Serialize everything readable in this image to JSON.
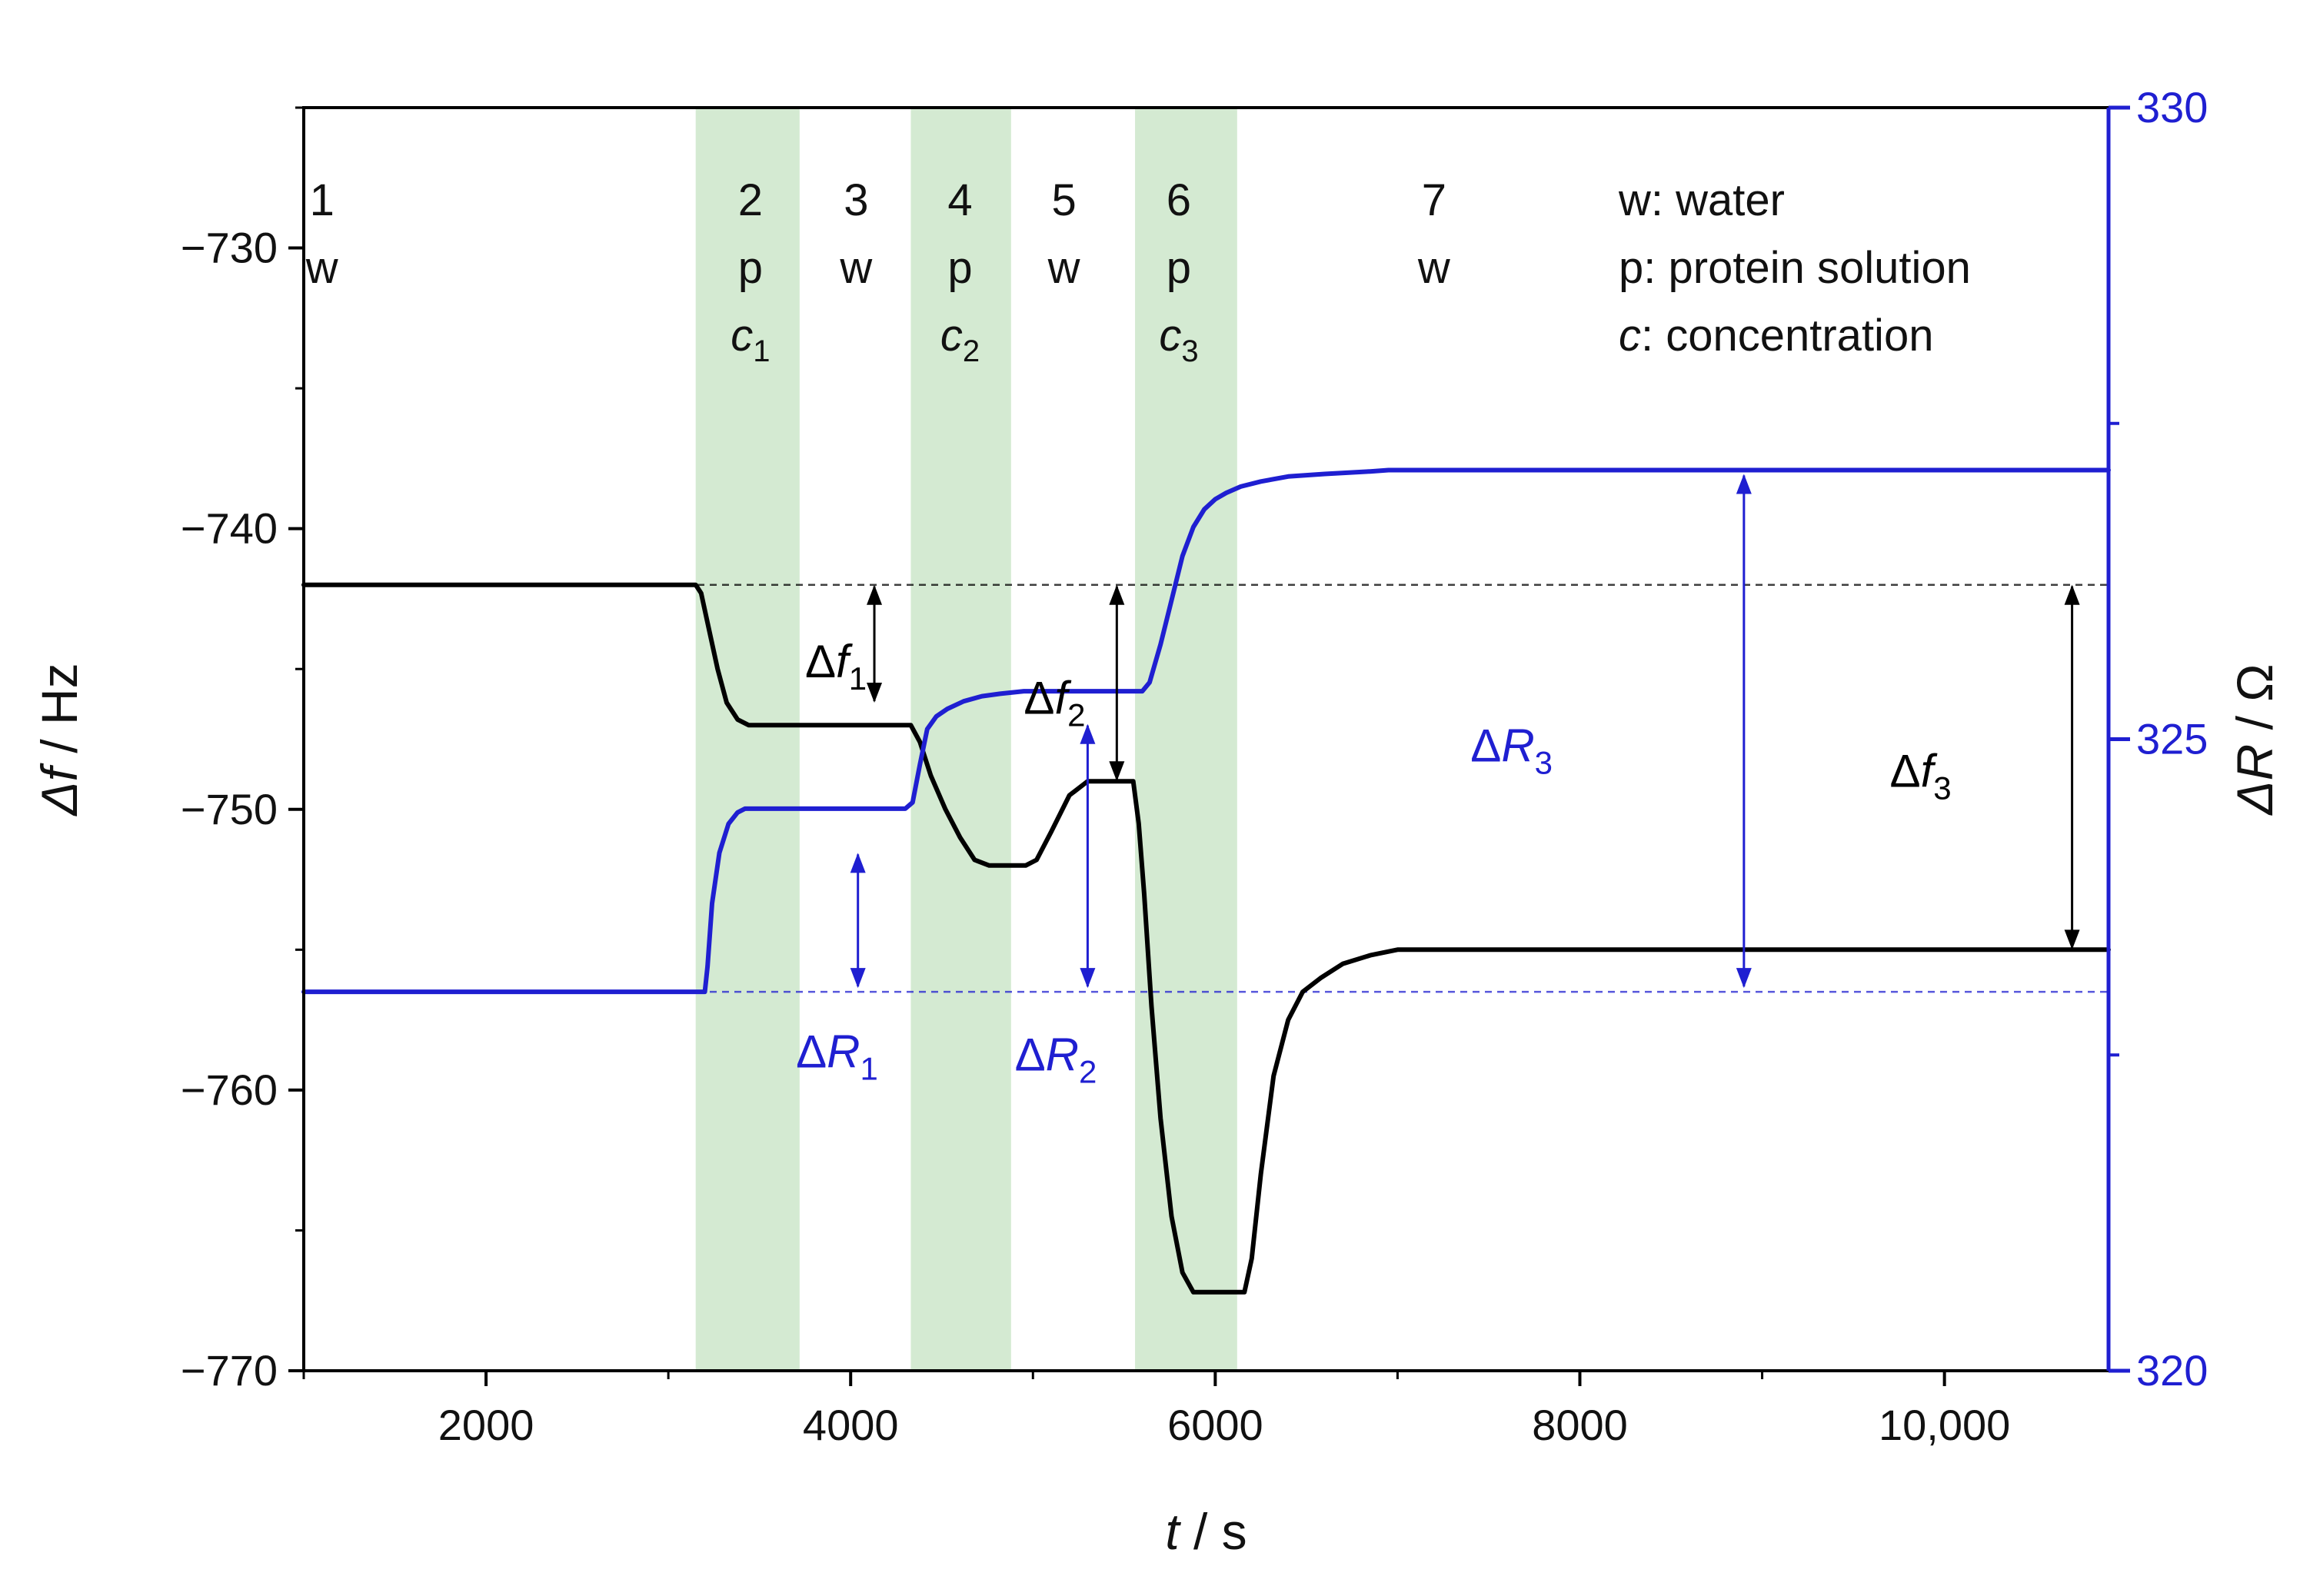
{
  "colors": {
    "freq": "#000000",
    "res": "#1f1fd1",
    "band": "#d4ead2",
    "axis": "#000000"
  },
  "chart_data": {
    "type": "line",
    "x_axis": {
      "label_italic": "t",
      "label_rest": " / s",
      "range": [
        1000,
        10900
      ],
      "major_ticks": [
        2000,
        4000,
        6000,
        8000,
        10000
      ],
      "minor_ticks": [
        1000,
        3000,
        5000,
        7000,
        9000
      ],
      "tick_labels": [
        "2000",
        "4000",
        "6000",
        "8000",
        "10,000"
      ]
    },
    "y_left": {
      "label_italic": "Δf",
      "label_rest": " / Hz",
      "range": [
        -770,
        -725
      ],
      "major_ticks": [
        -770,
        -760,
        -750,
        -740,
        -730
      ],
      "minor_ticks": [
        -765,
        -755,
        -745,
        -735,
        -725
      ],
      "tick_labels": [
        "−770",
        "−760",
        "−750",
        "−740",
        "−730"
      ]
    },
    "y_right": {
      "label_italic": "ΔR",
      "label_rest": " / Ω",
      "range": [
        320,
        330
      ],
      "major_ticks": [
        320,
        325,
        330
      ],
      "minor_ticks": [
        322.5,
        327.5
      ],
      "tick_labels": [
        "320",
        "325",
        "330"
      ]
    },
    "bands": [
      [
        3150,
        3720
      ],
      [
        4330,
        4880
      ],
      [
        5560,
        6120
      ]
    ],
    "phases": [
      {
        "x": 1100,
        "lines": [
          "1",
          "w"
        ]
      },
      {
        "x": 3450,
        "lines": [
          "2",
          "p"
        ],
        "conc": {
          "base": "c",
          "sub": "1"
        }
      },
      {
        "x": 4030,
        "lines": [
          "3",
          "w"
        ]
      },
      {
        "x": 4600,
        "lines": [
          "4",
          "p"
        ],
        "conc": {
          "base": "c",
          "sub": "2"
        }
      },
      {
        "x": 5170,
        "lines": [
          "5",
          "w"
        ]
      },
      {
        "x": 5800,
        "lines": [
          "6",
          "p"
        ],
        "conc": {
          "base": "c",
          "sub": "3"
        }
      },
      {
        "x": 7200,
        "lines": [
          "7",
          "w"
        ]
      }
    ],
    "legend": [
      {
        "key": "w",
        "text": ": water"
      },
      {
        "key": "p",
        "text": ": protein solution"
      },
      {
        "key": "c",
        "text": ": concentration",
        "italic": true
      }
    ],
    "series": [
      {
        "axis": "left",
        "x": [
          1000,
          3150,
          3180,
          3220,
          3270,
          3320,
          3380,
          3440,
          3500,
          4330,
          4380,
          4440,
          4520,
          4600,
          4680,
          4760,
          4820,
          4880,
          4960,
          5020,
          5100,
          5200,
          5300,
          5420,
          5550,
          5580,
          5610,
          5650,
          5700,
          5760,
          5820,
          5880,
          5950,
          6030,
          6120,
          6160,
          6200,
          6250,
          6320,
          6400,
          6480,
          6580,
          6700,
          6850,
          7000,
          10900
        ],
        "y": [
          -742,
          -742,
          -742.3,
          -743.5,
          -745,
          -746.2,
          -746.8,
          -747,
          -747,
          -747,
          -747.6,
          -748.8,
          -750,
          -751,
          -751.8,
          -752,
          -752,
          -752,
          -752,
          -751.8,
          -750.8,
          -749.5,
          -749,
          -749,
          -749,
          -750.5,
          -753,
          -757,
          -761,
          -764.5,
          -766.5,
          -767.2,
          -767.2,
          -767.2,
          -767.2,
          -767.2,
          -766,
          -763,
          -759.5,
          -757.5,
          -756.5,
          -756,
          -755.5,
          -755.2,
          -755,
          -755
        ]
      },
      {
        "axis": "right",
        "x": [
          1000,
          3200,
          3215,
          3240,
          3280,
          3330,
          3380,
          3420,
          3480,
          4300,
          4340,
          4380,
          4420,
          4470,
          4530,
          4620,
          4720,
          4820,
          4950,
          5600,
          5640,
          5700,
          5760,
          5820,
          5880,
          5940,
          6000,
          6060,
          6140,
          6250,
          6400,
          6600,
          6850,
          6950,
          10900
        ],
        "y": [
          323,
          323,
          323.2,
          323.7,
          324.1,
          324.33,
          324.42,
          324.45,
          324.45,
          324.45,
          324.5,
          324.8,
          325.08,
          325.18,
          325.24,
          325.3,
          325.34,
          325.36,
          325.38,
          325.38,
          325.45,
          325.75,
          326.1,
          326.45,
          326.68,
          326.82,
          326.9,
          326.95,
          327,
          327.04,
          327.08,
          327.1,
          327.12,
          327.13,
          327.13
        ]
      }
    ],
    "reference_lines": [
      {
        "axis": "left",
        "y": -742,
        "color_key": "freq"
      },
      {
        "axis": "right",
        "y": 323,
        "color_key": "res"
      }
    ],
    "annotations": [
      {
        "kind": "arrow",
        "axis": "left",
        "color_key": "freq",
        "x": 4130,
        "y1": -742,
        "y2": -746.2
      },
      {
        "kind": "arrow",
        "axis": "left",
        "color_key": "freq",
        "x": 5460,
        "y1": -742,
        "y2": -749
      },
      {
        "kind": "arrow",
        "axis": "left",
        "color_key": "freq",
        "x": 10700,
        "y1": -742,
        "y2": -755
      },
      {
        "kind": "arrow",
        "axis": "right",
        "color_key": "res",
        "x": 4040,
        "y1": 324.1,
        "y2": 323.03
      },
      {
        "kind": "arrow",
        "axis": "right",
        "color_key": "res",
        "x": 5300,
        "y1": 325.12,
        "y2": 323.03
      },
      {
        "kind": "arrow",
        "axis": "right",
        "color_key": "res",
        "x": 8900,
        "y1": 327.1,
        "y2": 323.03
      },
      {
        "kind": "label",
        "color_key": "freq",
        "x": 3750,
        "y": -745.3,
        "base": "Δ",
        "var": "f",
        "sub": "1"
      },
      {
        "kind": "label",
        "color_key": "freq",
        "x": 4950,
        "y": -746.6,
        "base": "Δ",
        "var": "f",
        "sub": "2"
      },
      {
        "kind": "label",
        "color_key": "freq",
        "x": 9700,
        "y": -749.2,
        "base": "Δ",
        "var": "f",
        "sub": "3"
      },
      {
        "kind": "label",
        "color_key": "res",
        "x": 3700,
        "y": -759.2,
        "base": "Δ",
        "var": "R",
        "sub": "1"
      },
      {
        "kind": "label",
        "color_key": "res",
        "x": 4900,
        "y": -759.3,
        "base": "Δ",
        "var": "R",
        "sub": "2"
      },
      {
        "kind": "label",
        "color_key": "res",
        "x": 7400,
        "y": -748.3,
        "base": "Δ",
        "var": "R",
        "sub": "3"
      }
    ]
  }
}
